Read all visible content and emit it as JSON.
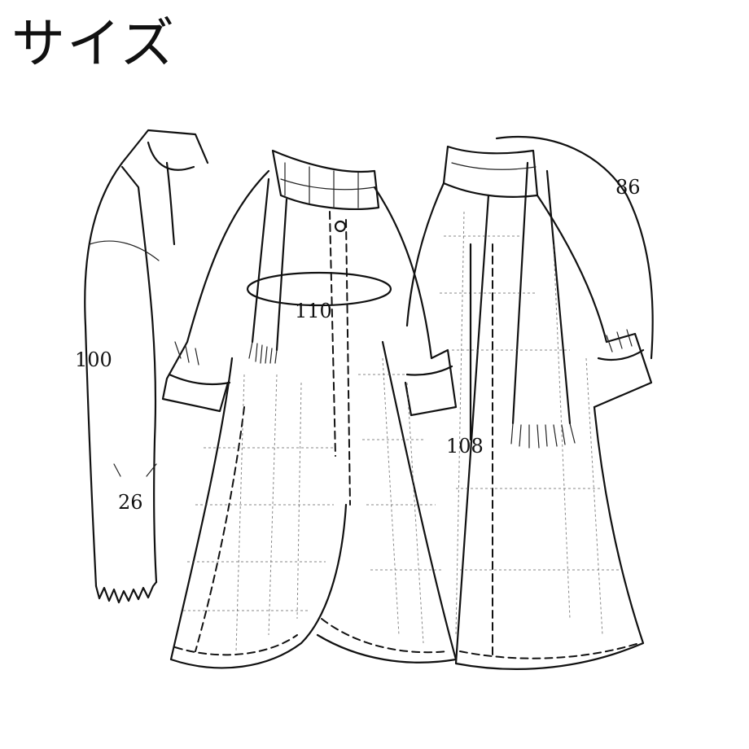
{
  "title": "サイズ",
  "measurements": {
    "scarf_length": "100",
    "scarf_width": "26",
    "bust": "110",
    "coat_length": "108",
    "sleeve": "86"
  }
}
